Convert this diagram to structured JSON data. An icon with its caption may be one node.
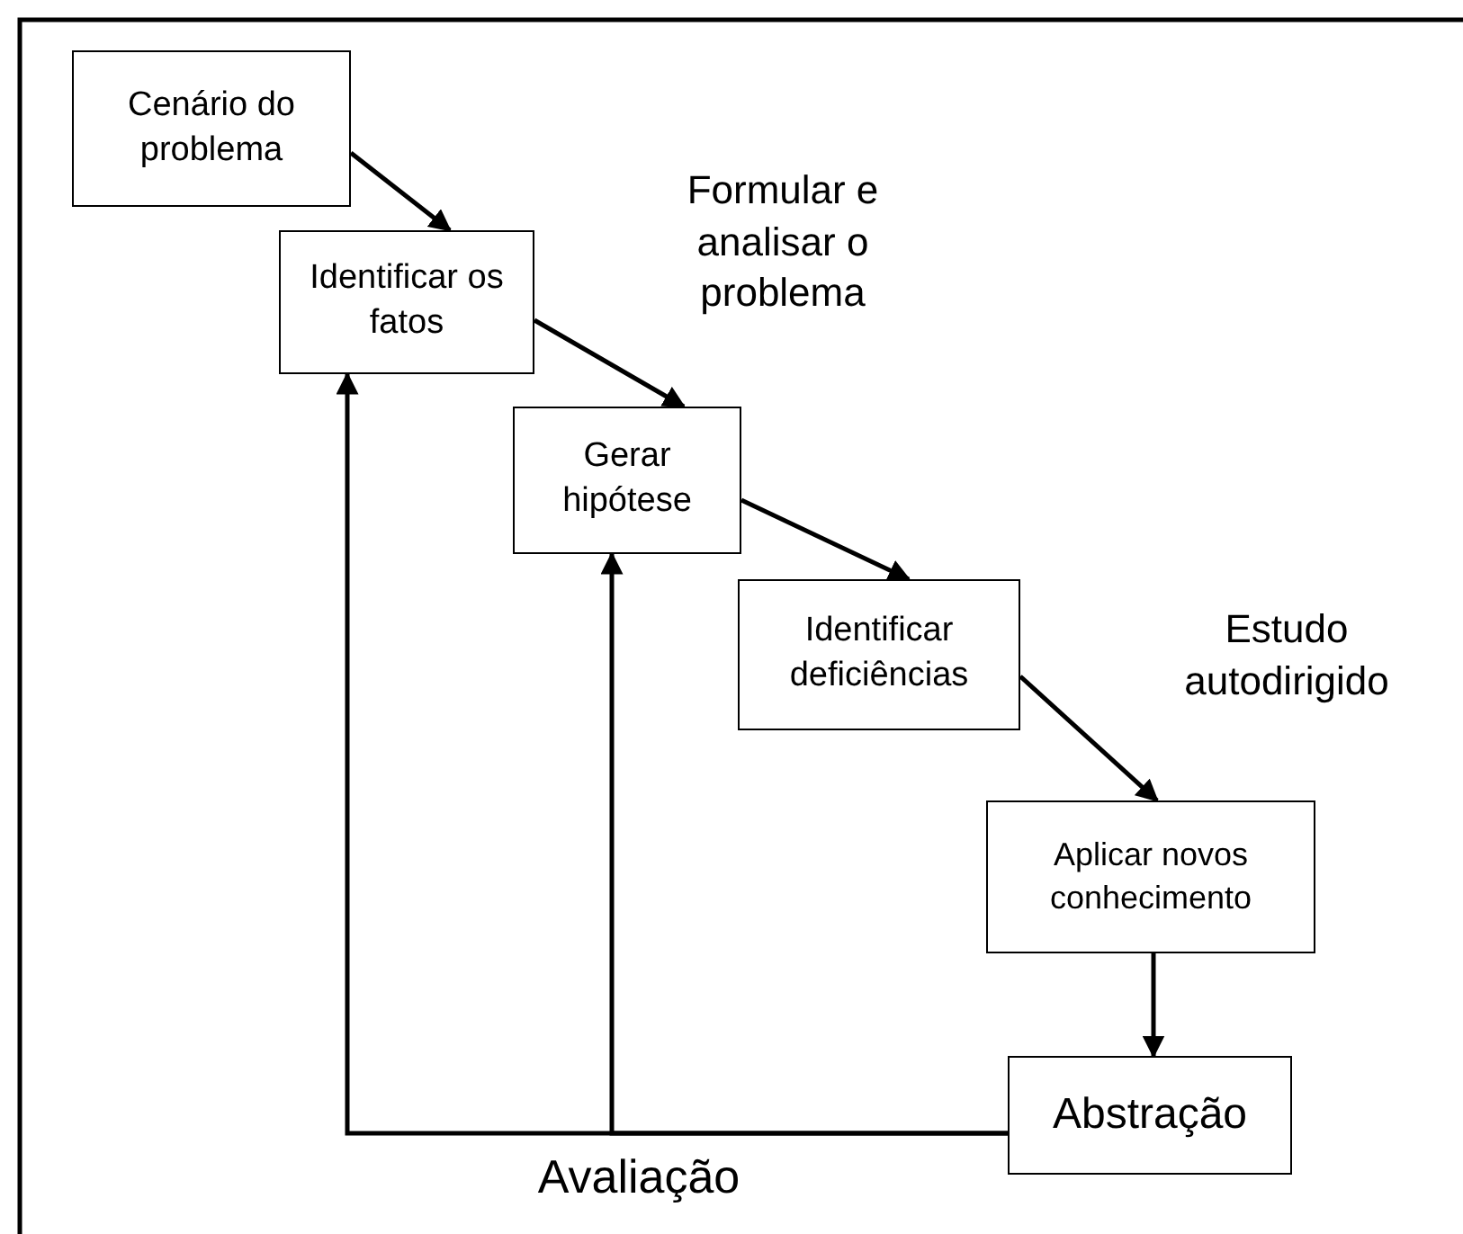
{
  "diagram": {
    "nodes": [
      {
        "text": [
          "Cenário do problema"
        ]
      },
      {
        "text": [
          "Identificar os fatos"
        ]
      },
      {
        "text": [
          "Gerar hipótese"
        ]
      },
      {
        "text": [
          "Identificar deficiências"
        ]
      },
      {
        "text": [
          "Aplicar novos conhecimento"
        ]
      },
      {
        "text": [
          "Abstração"
        ]
      }
    ],
    "edges": [
      {
        "from": 0,
        "to": 1,
        "arrow": "to"
      },
      {
        "from": 1,
        "to": 2,
        "arrow": "to"
      },
      {
        "from": 2,
        "to": 3,
        "arrow": "to"
      },
      {
        "from": 3,
        "to": 4,
        "arrow": "to"
      },
      {
        "from": 4,
        "to": 5,
        "arrow": "to"
      },
      {
        "from": 5,
        "to": 1,
        "arrow": "to"
      },
      {
        "from": 5,
        "to": 2,
        "arrow": "to"
      }
    ],
    "labels": [
      "Formular e analisar o problema",
      "Estudo autodirigido",
      "Avaliação"
    ]
  }
}
